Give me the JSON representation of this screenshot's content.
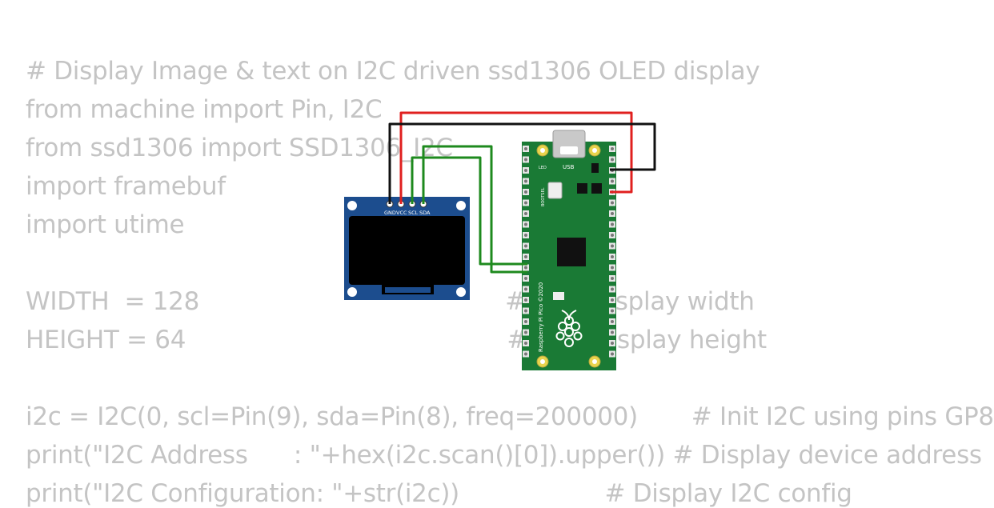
{
  "code": {
    "lines": [
      "# Display Image & text on I2C driven ssd1306 OLED display",
      "from machine import Pin, I2C",
      "from ssd1306 import SSD1306_I2C",
      "import framebuf",
      "import utime",
      "",
      "WIDTH  = 128                                        # oled display width",
      "HEIGHT = 64                                          # oled display height",
      "",
      "i2c = I2C(0, scl=Pin(9), sda=Pin(8), freq=200000)       # Init I2C using pins GP8",
      "print(\"I2C Address      : \"+hex(i2c.scan()[0]).upper()) # Display device address",
      "print(\"I2C Configuration: \"+str(i2c))                   # Display I2C config"
    ]
  },
  "oled": {
    "pins": [
      "GND",
      "VCC",
      "SCL",
      "SDA"
    ],
    "pin_colors": {
      "GND": "#000000",
      "VCC": "#e0201f",
      "SCL": "#1e8a1e",
      "SDA": "#1e8a1e"
    },
    "board_color": "#1c4d8e"
  },
  "pico": {
    "usb_label": "USB",
    "led_label": "LED",
    "bootsel_label": "BOOTSEL",
    "vertical_label": "Raspberry Pi Pico ©2020",
    "board_color": "#1a7a35"
  },
  "wires": {
    "red": "#e0201f",
    "black": "#111111",
    "green": "#1e8a1e"
  }
}
